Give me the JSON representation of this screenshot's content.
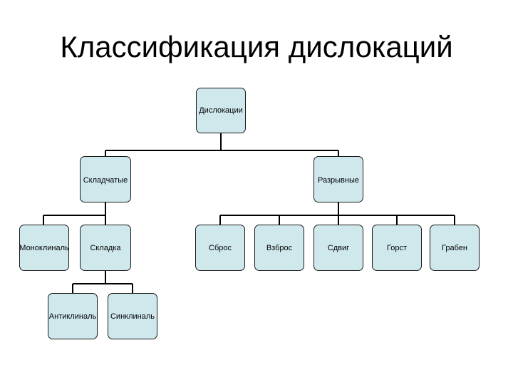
{
  "title": "Классификация дислокаций",
  "colors": {
    "node_fill": "#cfe8ec",
    "line": "#000000"
  },
  "nodes": {
    "root": "Дислокации",
    "folded": "Складчатые",
    "rupture": "Разрывные",
    "monocline": "Моноклиналь",
    "fold": "Складка",
    "anticline": "Антиклиналь",
    "syncline": "Синклиналь",
    "normal_fault": "Сброс",
    "reverse_fault": "Взброс",
    "shear": "Сдвиг",
    "horst": "Горст",
    "graben": "Грабен"
  }
}
